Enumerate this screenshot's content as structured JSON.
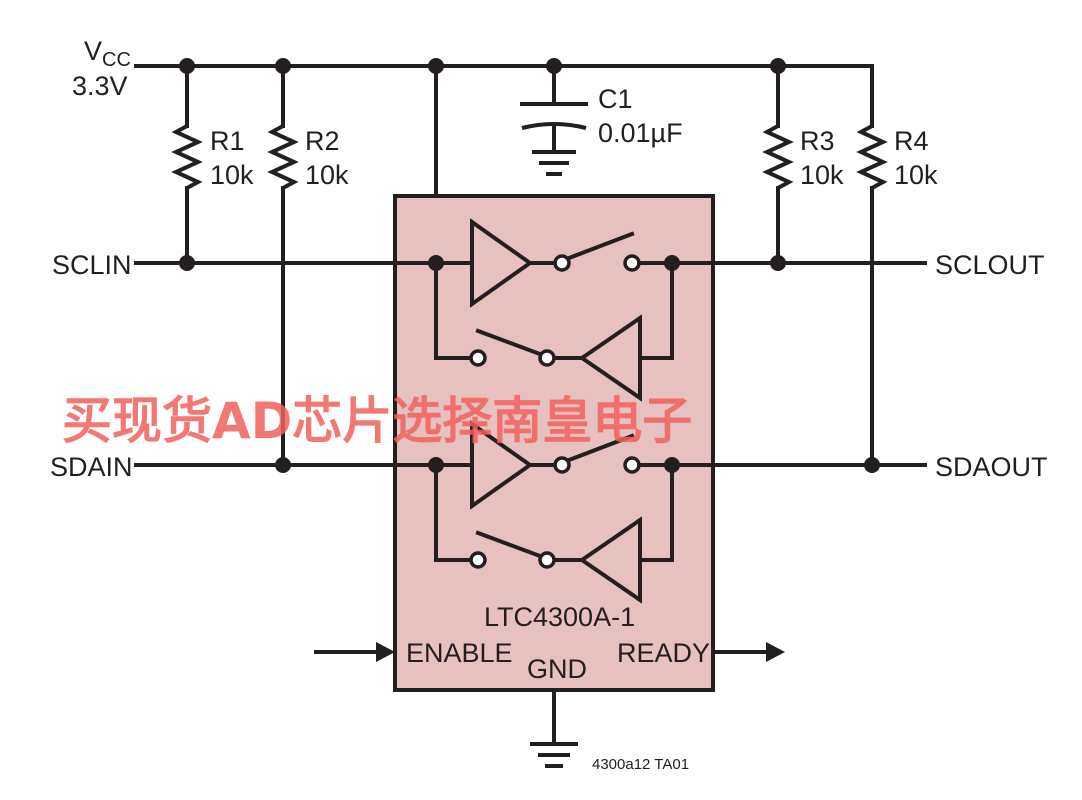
{
  "power": {
    "name": "V",
    "sub": "CC",
    "voltage": "3.3V"
  },
  "resistors": [
    {
      "ref": "R1",
      "value": "10k"
    },
    {
      "ref": "R2",
      "value": "10k"
    },
    {
      "ref": "R3",
      "value": "10k"
    },
    {
      "ref": "R4",
      "value": "10k"
    }
  ],
  "capacitor": {
    "ref": "C1",
    "value": "0.01µF"
  },
  "pins": {
    "sclin": "SCLIN",
    "sdain": "SDAIN",
    "sclout": "SCLOUT",
    "sdaout": "SDAOUT",
    "enable": "ENABLE",
    "ready": "READY",
    "gnd": "GND"
  },
  "chip": {
    "part": "LTC4300A-1",
    "fill_color": "#e6c1bf"
  },
  "watermark": "买现货AD芯片选择南皇电子",
  "figure_id": "4300a12 TA01",
  "colors": {
    "line": "#231f20",
    "watermark": "#f0605a"
  }
}
